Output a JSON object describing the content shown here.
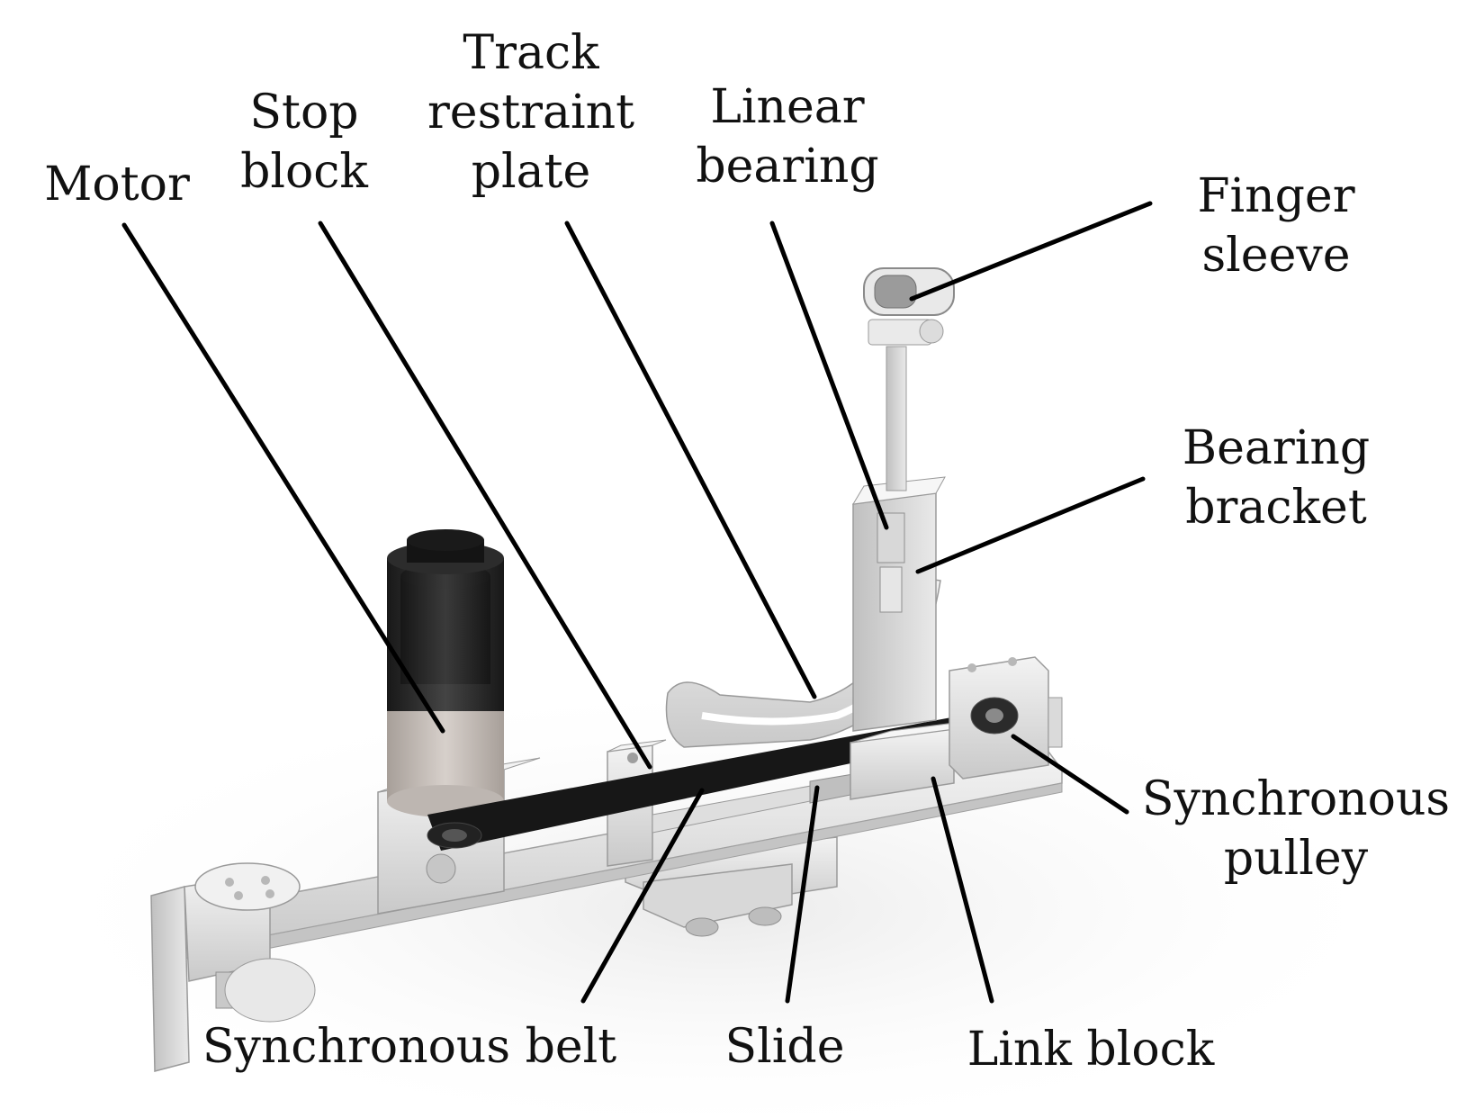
{
  "colors": {
    "background": "#ffffff",
    "leader_line": "#000000",
    "label_text": "#111111",
    "aluminum_light": "#eeeeee",
    "aluminum_mid": "#d4d4d4",
    "aluminum_dark": "#b5b5b5",
    "motor_black": "#1e1e1e",
    "belt_black": "#181818",
    "motor_gear": "#c9c2bd"
  },
  "labels": {
    "motor": [
      "Motor"
    ],
    "stop_block": [
      "Stop",
      "block"
    ],
    "track_restraint_plate": [
      "Track",
      "restraint",
      "plate"
    ],
    "linear_bearing": [
      "Linear",
      "bearing"
    ],
    "finger_sleeve": [
      "Finger",
      "sleeve"
    ],
    "bearing_bracket": [
      "Bearing",
      "bracket"
    ],
    "synchronous_pulley": [
      "Synchronous",
      "pulley"
    ],
    "synchronous_belt": [
      "Synchronous belt"
    ],
    "slide": [
      "Slide"
    ],
    "link_block": [
      "Link block"
    ]
  }
}
